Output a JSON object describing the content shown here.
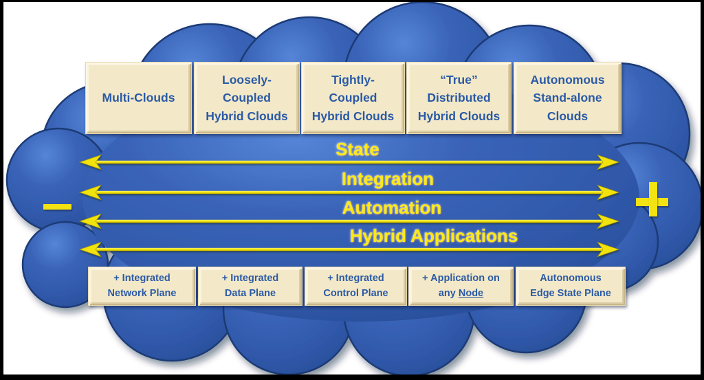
{
  "top_boxes": [
    {
      "label": "Multi-Clouds"
    },
    {
      "label": "Loosely-\nCoupled\nHybrid Clouds"
    },
    {
      "label": "Tightly-\nCoupled\nHybrid Clouds"
    },
    {
      "label": "“True”\nDistributed\nHybrid Clouds"
    },
    {
      "label": "Autonomous\nStand-alone\nClouds"
    }
  ],
  "axes": [
    {
      "label": "State"
    },
    {
      "label": "Integration"
    },
    {
      "label": "Automation"
    },
    {
      "label": "Hybrid Applications"
    }
  ],
  "bottom_boxes": [
    {
      "label": "+ Integrated\nNetwork Plane",
      "underline": ""
    },
    {
      "label": "+ Integrated\nData Plane",
      "underline": ""
    },
    {
      "label": "+ Integrated\nControl Plane",
      "underline": ""
    },
    {
      "label": "+ Application on\nany ",
      "underline": "Node"
    },
    {
      "label": "Autonomous\nEdge State Plane",
      "underline": ""
    }
  ],
  "scale": {
    "minus": "−",
    "plus": "+"
  },
  "colors": {
    "cloud_blue": "#2F57A8",
    "cloud_edge": "#1B3A74",
    "cloud_highlight": "#4B79CC",
    "box_cream": "#F3E9C8",
    "box_text_blue": "#2B5AA6",
    "accent_yellow": "#F3E312",
    "label_yellow": "#FFE912",
    "frame_black": "#000000"
  }
}
